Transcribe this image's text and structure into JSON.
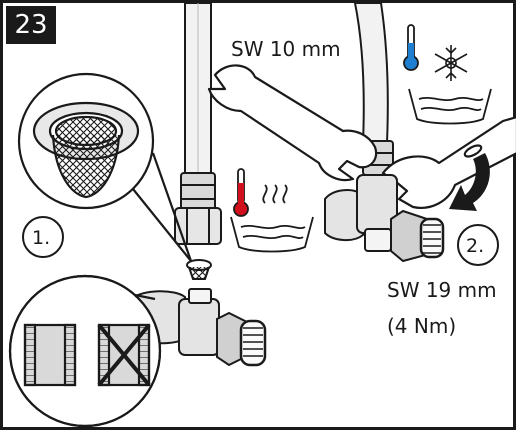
{
  "step": {
    "number": "23"
  },
  "labels": {
    "wrench_small": "SW 10 mm",
    "wrench_large": "SW 19 mm",
    "torque": "(4 Nm)"
  },
  "callouts": {
    "first": "1.",
    "second": "2."
  },
  "icons": {
    "cold": "thermometer-snowflake-icon",
    "hot": "thermometer-steam-icon"
  },
  "colors": {
    "cold_bulb": "#1e7fd0",
    "hot_bulb": "#d0101c",
    "line": "#1a1a1a",
    "metal": "#d9d9d9"
  }
}
